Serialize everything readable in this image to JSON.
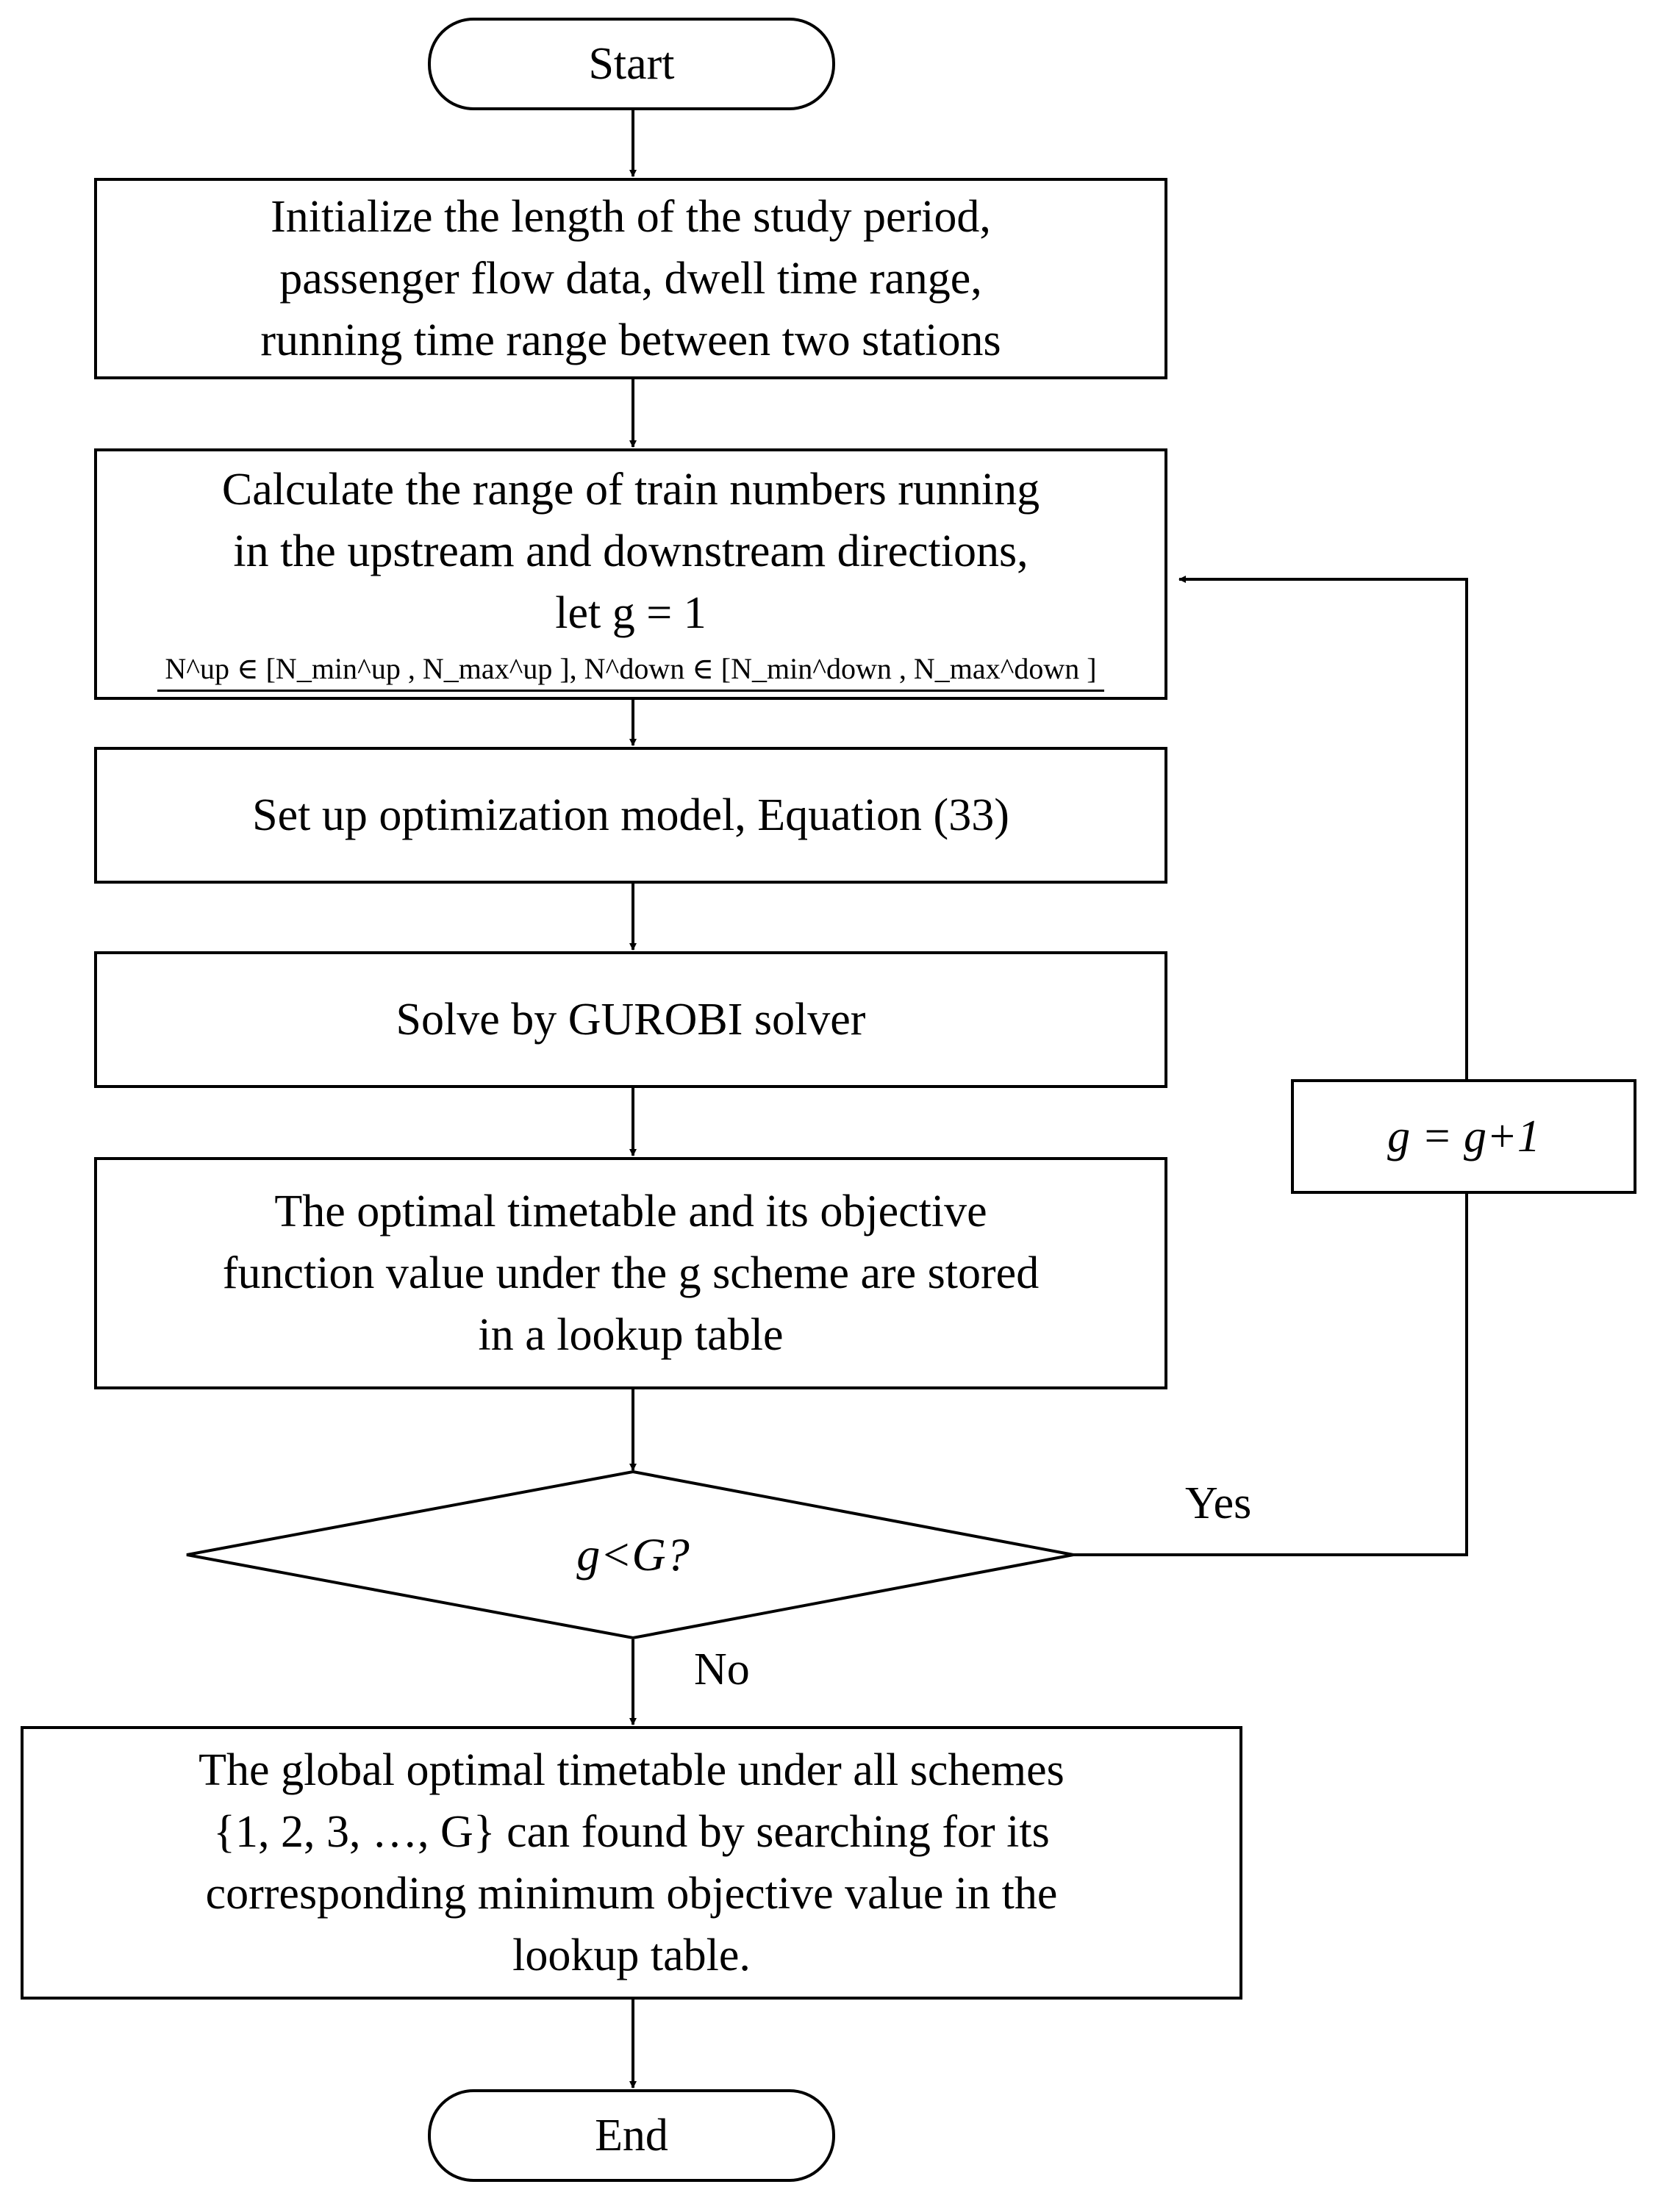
{
  "flowchart": {
    "start": "Start",
    "init": {
      "lines": [
        "Initialize the length of the study period,",
        "passenger flow data,  dwell time range,",
        "running time range between two stations"
      ]
    },
    "calculate": {
      "lines": [
        "Calculate the range of train numbers running",
        "in the upstream and downstream directions,",
        "let g = 1"
      ],
      "formula": "N^up ∈ [N_min^up , N_max^up ], N^down ∈ [N_min^down , N_max^down ]"
    },
    "setup": "Set up optimization model, Equation (33)",
    "solve": "Solve by GUROBI solver",
    "store": {
      "lines": [
        "The optimal timetable and its objective",
        "function value under the g scheme are stored",
        "in a lookup table"
      ]
    },
    "decision": "g<G?",
    "yes_label": "Yes",
    "no_label": "No",
    "increment": "g = g+1",
    "global": {
      "lines": [
        "The global optimal timetable under all schemes",
        "{1, 2, 3, …, G} can found by searching for its",
        "corresponding minimum objective value in the",
        "lookup table."
      ]
    },
    "end": "End"
  }
}
